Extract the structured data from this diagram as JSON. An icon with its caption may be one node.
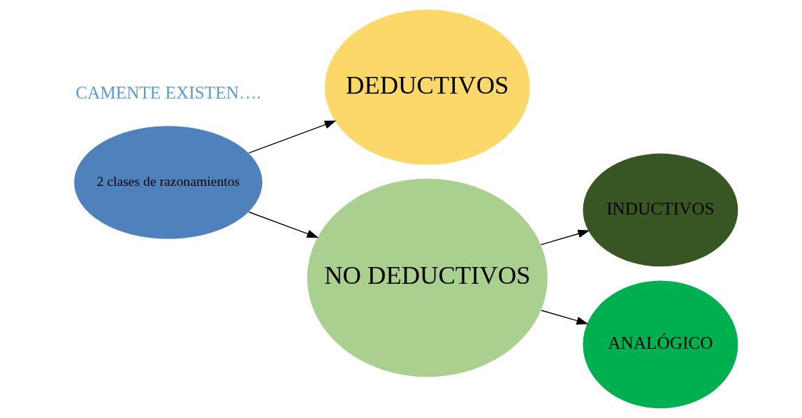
{
  "diagram": {
    "nodes": [
      {
        "text": [
          "2 clases de razonamientos"
        ]
      },
      {
        "text": [
          "DEDUCTIVOS"
        ]
      },
      {
        "text": [
          "NO DEDUCTIVOS"
        ]
      },
      {
        "text": [
          "INDUCTIVOS"
        ]
      },
      {
        "text": [
          "ANALÓGICO"
        ]
      }
    ],
    "edges": [
      {
        "from": 0,
        "to": 1,
        "arrow": "to"
      },
      {
        "from": 0,
        "to": 2,
        "arrow": "to"
      },
      {
        "from": 2,
        "to": 3,
        "arrow": "to"
      },
      {
        "from": 2,
        "to": 4,
        "arrow": "to"
      }
    ],
    "labels": [
      "CAMENTE EXISTEN…."
    ]
  }
}
